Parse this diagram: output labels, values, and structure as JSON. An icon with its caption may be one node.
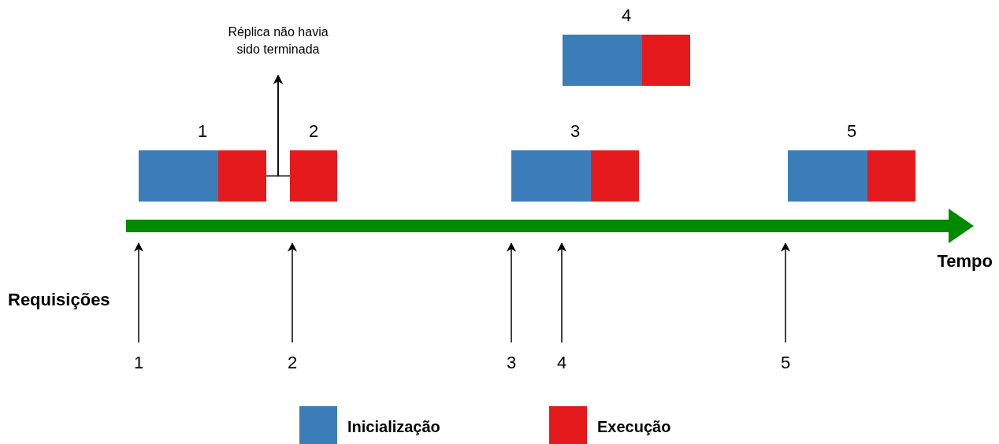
{
  "diagram": {
    "nodes": [
      {
        "text": [
          "Réplica não havia sido terminada"
        ]
      },
      {
        "text": [
          "4"
        ]
      },
      {
        "text": [],
        "shape": "box",
        "in": 1
      },
      {
        "text": [],
        "shape": "box",
        "in": 1
      },
      {
        "text": [
          "1"
        ]
      },
      {
        "text": [],
        "shape": "box",
        "in": 4
      },
      {
        "text": [],
        "shape": "box",
        "in": 4
      },
      {
        "text": [
          "2"
        ]
      },
      {
        "text": [],
        "shape": "box",
        "in": 7
      },
      {
        "text": [
          "3"
        ]
      },
      {
        "text": [],
        "shape": "box",
        "in": 9
      },
      {
        "text": [],
        "shape": "box",
        "in": 9
      },
      {
        "text": [
          "5"
        ]
      },
      {
        "text": [],
        "shape": "box",
        "in": 12
      },
      {
        "text": [],
        "shape": "box",
        "in": 12
      },
      {
        "text": [],
        "shape": "arrow",
        "beside": [
          "Tempo"
        ]
      },
      {
        "text": [
          "1"
        ]
      },
      {
        "text": [
          "2"
        ]
      },
      {
        "text": [
          "3"
        ]
      },
      {
        "text": [
          "4"
        ]
      },
      {
        "text": [
          "5"
        ]
      }
    ],
    "edges": [
      {
        "from": 6,
        "to": 0,
        "arrow": "to"
      },
      {
        "from": 8,
        "to": 0,
        "arrow": "to"
      },
      {
        "from": 16,
        "to": 15,
        "arrow": "to"
      },
      {
        "from": 17,
        "to": 15,
        "arrow": "to"
      },
      {
        "from": 18,
        "to": 15,
        "arrow": "to"
      },
      {
        "from": 19,
        "to": 15,
        "arrow": "to"
      },
      {
        "from": 20,
        "to": 15,
        "arrow": "to"
      }
    ],
    "labels": [
      "Requisições"
    ],
    "legend": [
      {
        "text": "Inicialização",
        "color": "#3a7db8"
      },
      {
        "text": "Execução",
        "color": "#e41a1c"
      }
    ]
  }
}
